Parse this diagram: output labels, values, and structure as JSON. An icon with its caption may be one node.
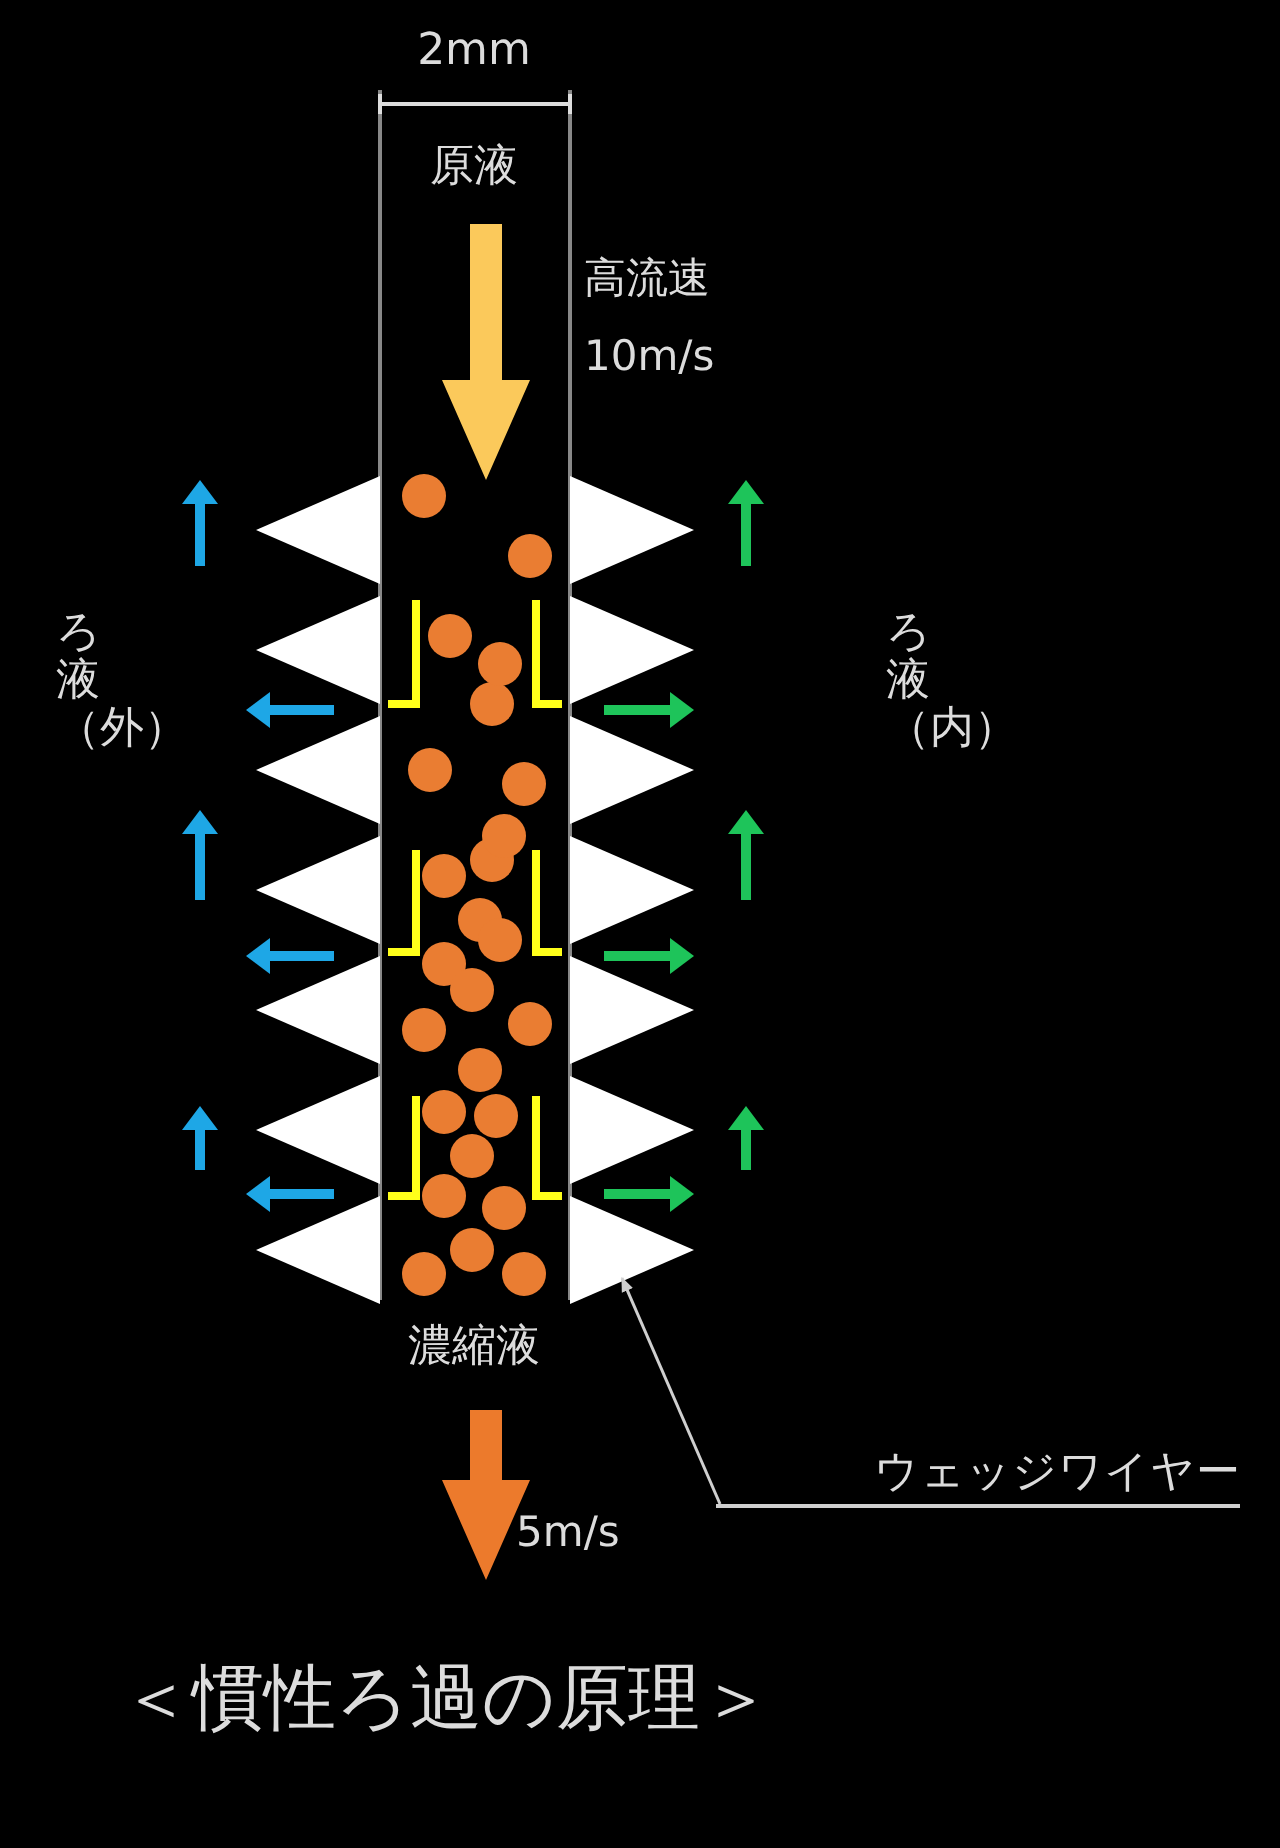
{
  "diagram": {
    "title": "＜慣性ろ過の原理＞",
    "nodes": [
      {
        "text": [
          "ウェッジワイヤー"
        ]
      },
      {
        "text": [],
        "shape": "triangle"
      },
      {
        "text": [],
        "shape": "triangle"
      },
      {
        "text": [],
        "shape": "triangle"
      },
      {
        "text": [],
        "shape": "triangle"
      },
      {
        "text": [],
        "shape": "triangle"
      },
      {
        "text": [],
        "shape": "triangle"
      },
      {
        "text": [],
        "shape": "triangle"
      },
      {
        "text": [],
        "shape": "triangle"
      },
      {
        "text": [],
        "shape": "triangle"
      },
      {
        "text": [],
        "shape": "triangle"
      },
      {
        "text": [],
        "shape": "triangle"
      },
      {
        "text": [],
        "shape": "triangle"
      },
      {
        "text": [],
        "shape": "triangle"
      },
      {
        "text": [],
        "shape": "triangle"
      }
    ],
    "edges": [
      {
        "from": 0,
        "to": 14,
        "arrow": "to"
      }
    ],
    "labels": [
      "2mm",
      "原液",
      "高流速",
      "10m/s",
      "ろ液（外）",
      "ろ液（内）",
      "濃縮液",
      "5m/s"
    ]
  }
}
